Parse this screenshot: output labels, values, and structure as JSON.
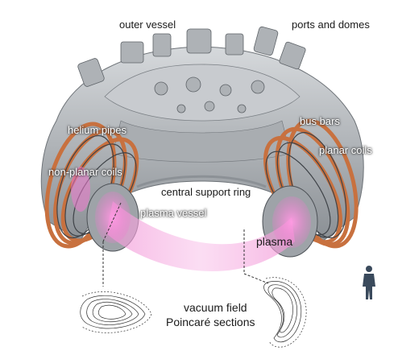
{
  "labels": {
    "outer_vessel": "outer vessel",
    "ports_and_domes": "ports and domes",
    "helium_pipes": "helium pipes",
    "bus_bars": "bus bars",
    "planar_coils": "planar coils",
    "non_planar_coils": "non-planar coils",
    "central_support_ring": "central support ring",
    "plasma_vessel": "plasma vessel",
    "plasma": "plasma",
    "vacuum_field": "vacuum field",
    "poincare_sections": "Poincaré sections"
  },
  "colors": {
    "steel": "#b9bcc0",
    "steel_dark": "#6e7378",
    "coil_copper": "#c8713f",
    "plasma_pink": "#f07ad0"
  },
  "icons": {
    "human_scale_figure": "person-icon"
  }
}
